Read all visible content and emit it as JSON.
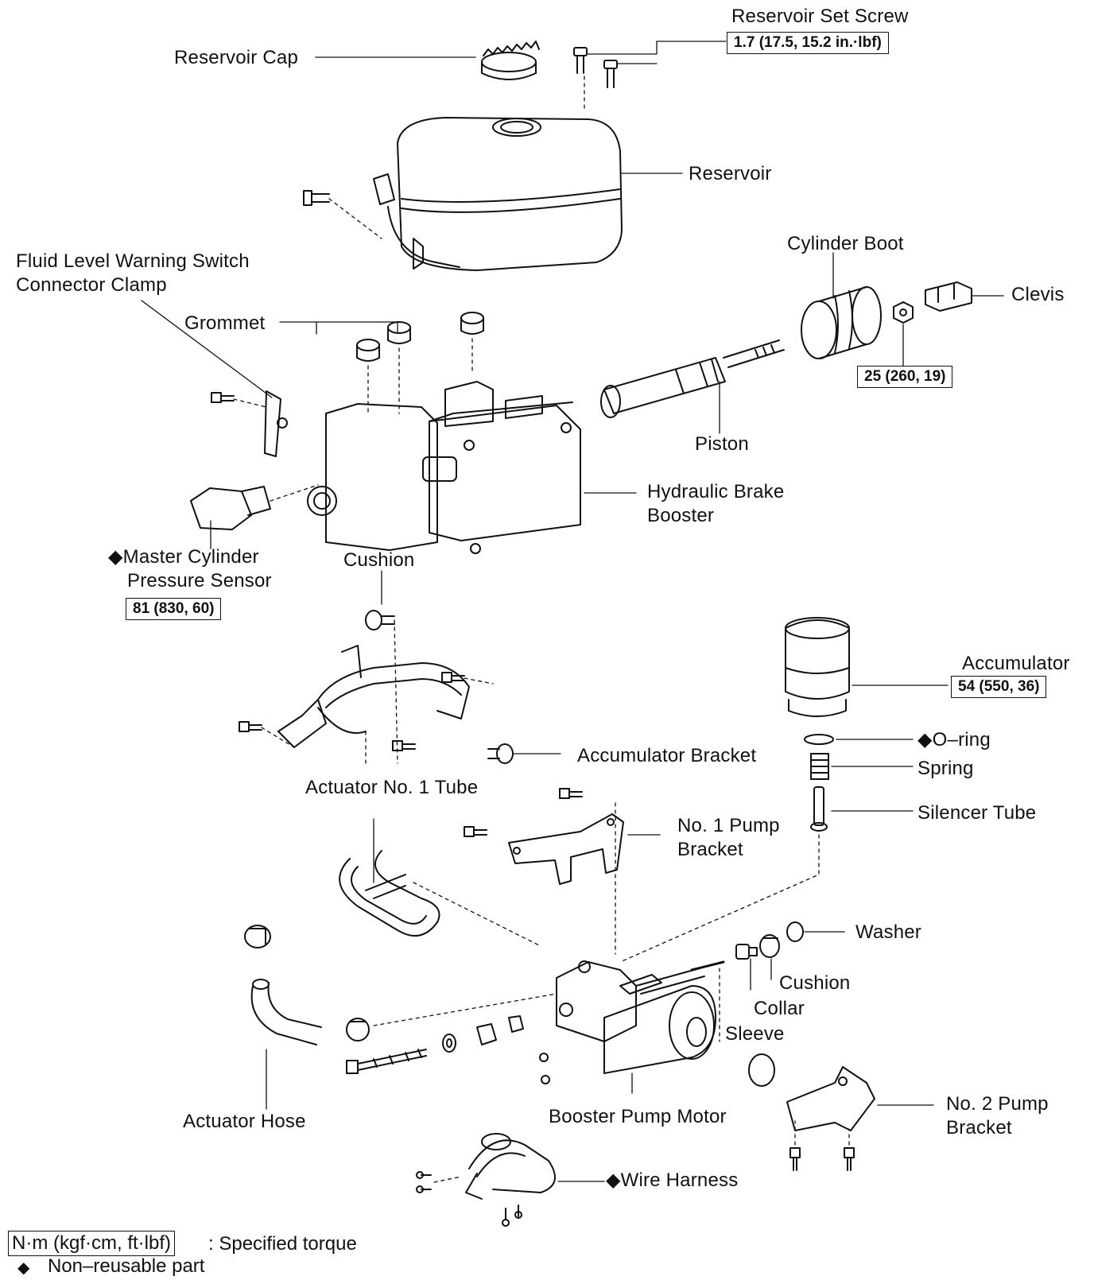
{
  "labels": {
    "reservoir_set_screw": "Reservoir Set Screw",
    "reservoir_cap": "Reservoir Cap",
    "reservoir": "Reservoir",
    "fluid_level_1": "Fluid Level Warning Switch",
    "fluid_level_2": "Connector Clamp",
    "grommet": "Grommet",
    "cylinder_boot": "Cylinder Boot",
    "clevis": "Clevis",
    "piston": "Piston",
    "hydraulic_1": "Hydraulic Brake",
    "hydraulic_2": "Booster",
    "master_cyl_1": "◆Master Cylinder",
    "master_cyl_2": "Pressure Sensor",
    "cushion_top": "Cushion",
    "accumulator": "Accumulator",
    "o_ring": "◆O–ring",
    "spring": "Spring",
    "accumulator_bracket": "Accumulator Bracket",
    "actuator_tube": "Actuator No. 1 Tube",
    "silencer_tube": "Silencer Tube",
    "no1_pump_1": "No. 1 Pump",
    "no1_pump_2": "Bracket",
    "washer": "Washer",
    "cushion_bottom": "Cushion",
    "collar": "Collar",
    "sleeve": "Sleeve",
    "no2_pump_1": "No. 2 Pump",
    "no2_pump_2": "Bracket",
    "actuator_hose": "Actuator Hose",
    "booster_pump_motor": "Booster Pump Motor",
    "wire_harness": "◆Wire Harness"
  },
  "torques": {
    "set_screw": "1.7 (17.5, 15.2 in.·lbf)",
    "clevis_nut": "25 (260, 19)",
    "pressure_sensor": "81 (830, 60)",
    "accumulator": "54 (550, 36)"
  },
  "legend": {
    "torque_box": "N·m (kgf·cm, ft·lbf)",
    "torque_text": ": Specified torque",
    "nonreusable_symbol": "◆",
    "nonreusable_text": "Non–reusable part"
  }
}
